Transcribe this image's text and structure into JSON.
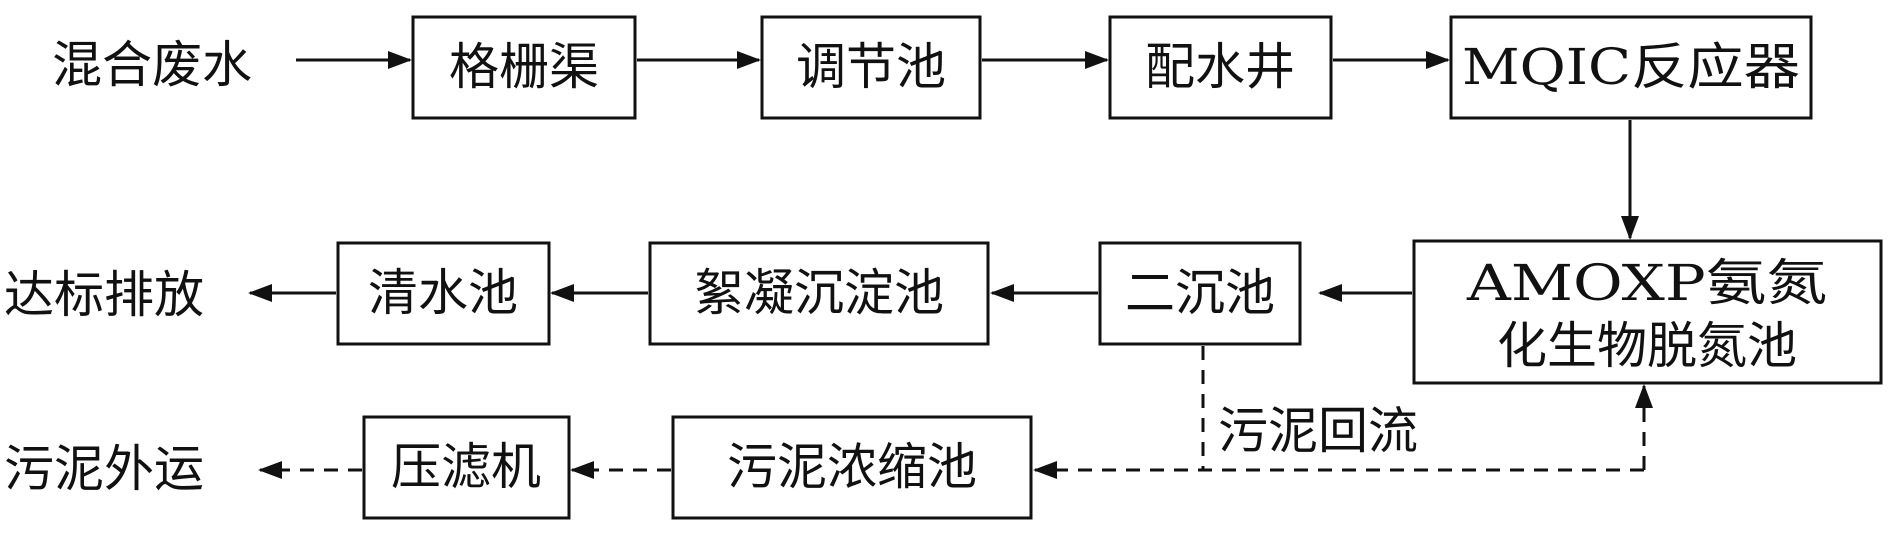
{
  "nodes": {
    "mixed_wastewater": "混合废水",
    "grid_channel": "格栅渠",
    "regulating_tank": "调节池",
    "distribution_well": "配水井",
    "mqic_reactor": "MQIC反应器",
    "amoxp_line1": "AMOXP氨氮",
    "amoxp_line2": "化生物脱氮池",
    "secondary_settling": "二沉池",
    "flocculation_settling": "絮凝沉淀池",
    "clear_water_tank": "清水池",
    "discharge": "达标排放",
    "sludge_return": "污泥回流",
    "sludge_thickener": "污泥浓缩池",
    "filter_press": "压滤机",
    "sludge_out": "污泥外运"
  }
}
